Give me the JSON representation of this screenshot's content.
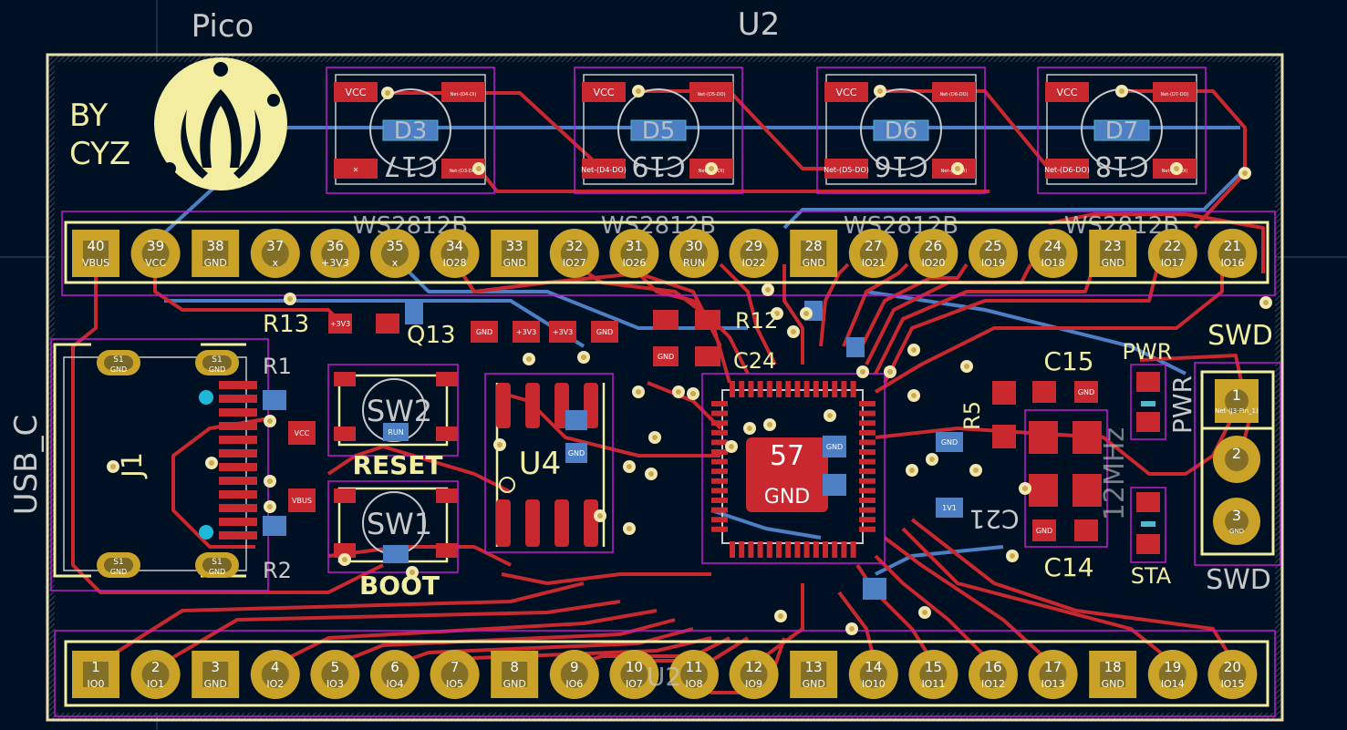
{
  "view": {
    "colors": {
      "background": "#001023",
      "edge_cuts": "#e8dcb0",
      "silkscreen": "#f2eda1",
      "fab_text": "#c8c8c8",
      "copper_front": "#c8282e",
      "copper_back": "#4d7fc4",
      "pad_tht": "#c9a227",
      "via": "#f2e6b0",
      "courtyard": "#c21bd0"
    }
  },
  "labels": {
    "pico": "Pico",
    "u2_top": "U2",
    "byline_1": "BY",
    "byline_2": "CYZ",
    "usb_c": "USB_C",
    "j1": "J1",
    "r13": "R13",
    "q13": "Q13",
    "r1": "R1",
    "r2": "R2",
    "sw2": "SW2",
    "reset": "RESET",
    "sw1": "SW1",
    "boot": "BOOT",
    "u4": "U4",
    "r12": "R12",
    "c24": "C24",
    "c15": "C15",
    "c14": "C14",
    "r5": "R5",
    "c21": "C21",
    "pwr_silk": "PWR",
    "pwr_fab": "PWR",
    "sta_silk": "STA",
    "swd_top": "SWD",
    "swd_bottom": "SWD",
    "mhz_fab": "12MHz",
    "u2_bottom_fab": "U2",
    "ic_pad_number": "57",
    "ic_pad_net": "GND"
  },
  "leds": [
    {
      "ref": "D3",
      "model": "WS2812B",
      "cap": "C17",
      "vcc": "VCC",
      "pin2": "✕",
      "pin4": "Net-(D4-DI)",
      "pin3": "Net-(D3-DO)"
    },
    {
      "ref": "D5",
      "model": "WS2812B",
      "cap": "C19",
      "vcc": "VCC",
      "pin2": "Net-(D4-DO)",
      "pin4": "Net-(D5-DO)",
      "pin3": "Net-(D5-DI)"
    },
    {
      "ref": "D6",
      "model": "WS2812B",
      "cap": "C16",
      "vcc": "VCC",
      "pin2": "Net-(D5-DO)",
      "pin4": "Net-(D6-DO)",
      "pin3": "Net-(D6-DI)"
    },
    {
      "ref": "D7",
      "model": "WS2812B",
      "cap": "C18",
      "vcc": "VCC",
      "pin2": "Net-(D6-DO)",
      "pin4": "Net-(D7-DO)",
      "pin3": "Net-(D7-DI)"
    }
  ],
  "header_top": [
    {
      "num": "40",
      "net": "VBUS"
    },
    {
      "num": "39",
      "net": "VCC"
    },
    {
      "num": "38",
      "net": "GND"
    },
    {
      "num": "37",
      "net": "x"
    },
    {
      "num": "36",
      "net": "+3V3"
    },
    {
      "num": "35",
      "net": "x"
    },
    {
      "num": "34",
      "net": "IO28"
    },
    {
      "num": "33",
      "net": "GND"
    },
    {
      "num": "32",
      "net": "IO27"
    },
    {
      "num": "31",
      "net": "IO26"
    },
    {
      "num": "30",
      "net": "RUN"
    },
    {
      "num": "29",
      "net": "IO22"
    },
    {
      "num": "28",
      "net": "GND"
    },
    {
      "num": "27",
      "net": "IO21"
    },
    {
      "num": "26",
      "net": "IO20"
    },
    {
      "num": "25",
      "net": "IO19"
    },
    {
      "num": "24",
      "net": "IO18"
    },
    {
      "num": "23",
      "net": "GND"
    },
    {
      "num": "22",
      "net": "IO17"
    },
    {
      "num": "21",
      "net": "IO16"
    }
  ],
  "header_bottom": [
    {
      "num": "1",
      "net": "IO0"
    },
    {
      "num": "2",
      "net": "IO1"
    },
    {
      "num": "3",
      "net": "GND"
    },
    {
      "num": "4",
      "net": "IO2"
    },
    {
      "num": "5",
      "net": "IO3"
    },
    {
      "num": "6",
      "net": "IO4"
    },
    {
      "num": "7",
      "net": "IO5"
    },
    {
      "num": "8",
      "net": "GND"
    },
    {
      "num": "9",
      "net": "IO6"
    },
    {
      "num": "10",
      "net": "IO7"
    },
    {
      "num": "11",
      "net": "IO8"
    },
    {
      "num": "12",
      "net": "IO9"
    },
    {
      "num": "13",
      "net": "GND"
    },
    {
      "num": "14",
      "net": "IO10"
    },
    {
      "num": "15",
      "net": "IO11"
    },
    {
      "num": "16",
      "net": "IO12"
    },
    {
      "num": "17",
      "net": "IO13"
    },
    {
      "num": "18",
      "net": "GND"
    },
    {
      "num": "19",
      "net": "IO14"
    },
    {
      "num": "20",
      "net": "IO15"
    }
  ],
  "swd_pins": [
    {
      "num": "1",
      "net": "Net-(J3-Pin_1)"
    },
    {
      "num": "2",
      "net": ""
    },
    {
      "num": "3",
      "net": "GND"
    }
  ],
  "usb_pins": {
    "shield": "S1",
    "shield_net": "GND"
  },
  "small_pads": {
    "vcc": "VCC",
    "vbus": "VBUS",
    "gnd": "GND",
    "v3v3": "+3V3",
    "run": "RUN",
    "v1v1": "1V1"
  }
}
